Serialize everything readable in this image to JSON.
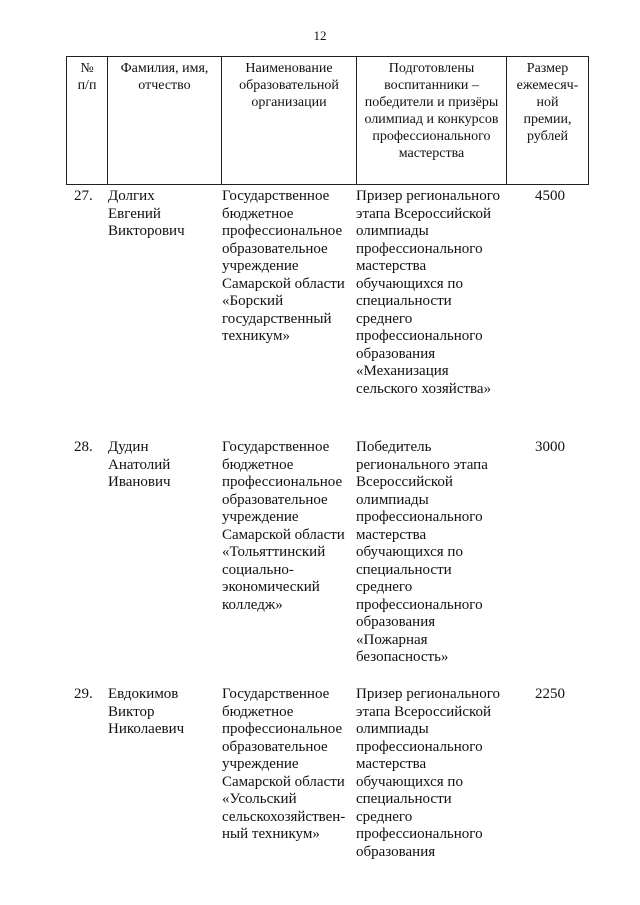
{
  "page_number": "12",
  "table": {
    "headers": [
      "№\nп/п",
      "Фамилия, имя,\nотчество",
      "Наименование\nобразовательной\nорганизации",
      "Подготовлены\nвоспитанники –\nпобедители и призёры\nолимпиад и конкурсов\nпрофессионального\nмастерства",
      "Размер\nежемесяч-\nной\nпремии,\nрублей"
    ],
    "rows": [
      {
        "number": "27.",
        "name": "Долгих\nЕвгений\nВикторович",
        "organization": "Государственное\nбюджетное\nпрофессиональное\nобразовательное\nучреждение\nСамарской области\n«Борский\nгосударственный\nтехникум»",
        "achievement": "Призер регионального\nэтапа Всероссийской\nолимпиады\nпрофессионального\nмастерства\nобучающихся по\nспециальности\nсреднего\nпрофессионального\nобразования\n«Механизация\nсельского хозяйства»",
        "amount": "4500"
      },
      {
        "number": "28.",
        "name": "Дудин\nАнатолий\nИванович",
        "organization": "Государственное\nбюджетное\nпрофессиональное\nобразовательное\nучреждение\nСамарской области\n«Тольяттинский\nсоциально-\nэкономический\nколледж»",
        "achievement": "Победитель\nрегионального этапа\nВсероссийской\nолимпиады\nпрофессионального\nмастерства\nобучающихся по\nспециальности\nсреднего\nпрофессионального\nобразования\n«Пожарная\nбезопасность»",
        "amount": "3000"
      },
      {
        "number": "29.",
        "name": "Евдокимов\nВиктор\nНиколаевич",
        "organization": "Государственное\nбюджетное\nпрофессиональное\nобразовательное\nучреждение\nСамарской области\n«Усольский\nсельскохозяйствен-\nный техникум»",
        "achievement": "Призер регионального\nэтапа Всероссийской\nолимпиады\nпрофессионального\nмастерства\nобучающихся по\nспециальности\nсреднего\nпрофессионального\nобразования",
        "amount": "2250"
      }
    ]
  }
}
